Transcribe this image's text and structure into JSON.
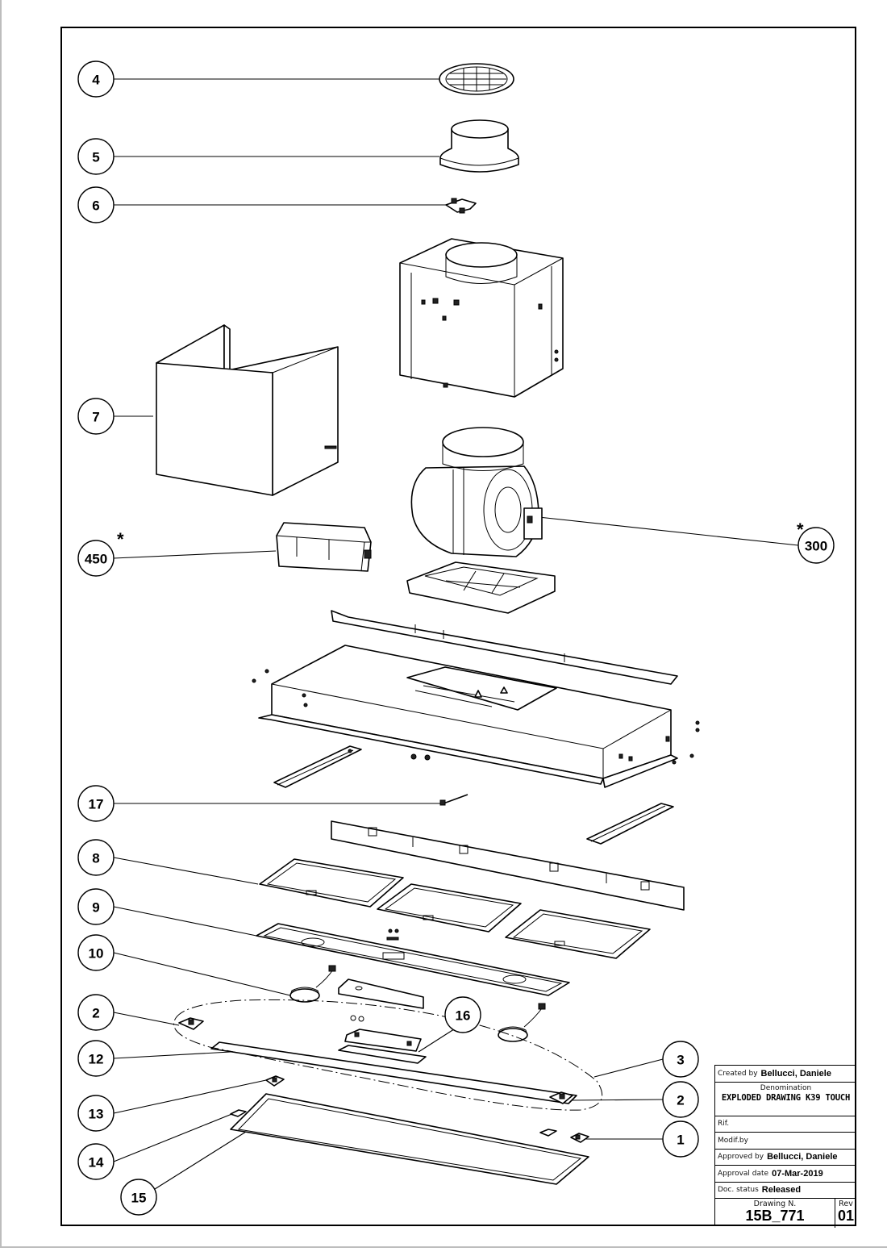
{
  "callouts": [
    {
      "id": "c4",
      "label": "4"
    },
    {
      "id": "c5",
      "label": "5"
    },
    {
      "id": "c6",
      "label": "6"
    },
    {
      "id": "c7",
      "label": "7"
    },
    {
      "id": "c450",
      "label": "450"
    },
    {
      "id": "c300",
      "label": "300"
    },
    {
      "id": "c17",
      "label": "17"
    },
    {
      "id": "c8",
      "label": "8"
    },
    {
      "id": "c9",
      "label": "9"
    },
    {
      "id": "c10",
      "label": "10"
    },
    {
      "id": "c2a",
      "label": "2"
    },
    {
      "id": "c16",
      "label": "16"
    },
    {
      "id": "c12",
      "label": "12"
    },
    {
      "id": "c3",
      "label": "3"
    },
    {
      "id": "c2b",
      "label": "2"
    },
    {
      "id": "c13",
      "label": "13"
    },
    {
      "id": "c1",
      "label": "1"
    },
    {
      "id": "c14",
      "label": "14"
    },
    {
      "id": "c15",
      "label": "15"
    }
  ],
  "asterisk": "*",
  "title_block": {
    "created_label": "Created by",
    "created_value": "Bellucci, Daniele",
    "denomination_label": "Denomination",
    "denomination_value": "EXPLODED DRAWING K39 TOUCH",
    "rif_label": "Rif.",
    "modif_label": "Modif.by",
    "approved_label": "Approved by",
    "approved_value": "Bellucci, Daniele",
    "approval_date_label": "Approval date",
    "approval_date_value": "07-Mar-2019",
    "doc_status_label": "Doc. status",
    "doc_status_value": "Released",
    "drawing_label": "Drawing N.",
    "drawing_value": "15B_771",
    "rev_label": "Rev",
    "rev_value": "01"
  }
}
